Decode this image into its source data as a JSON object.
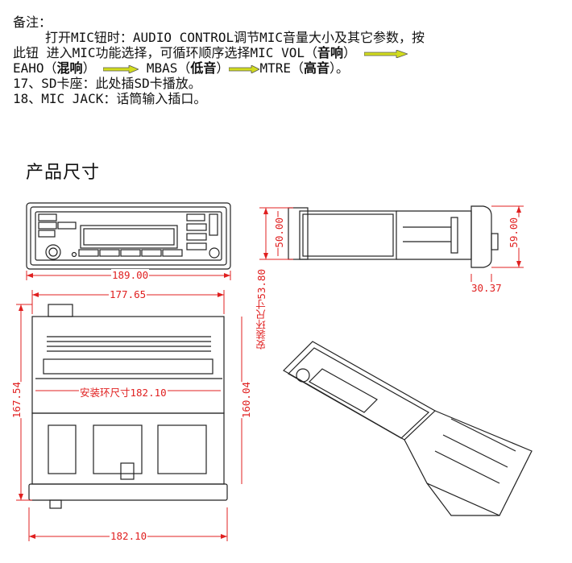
{
  "notes": {
    "heading": "备注：",
    "line1": "打开MIC钮时：AUDIO CONTROL调节MIC音量大小及其它参数，按",
    "line2a": "此钮  进入MIC功能选择，可循环顺序选择MIC VOL（",
    "line2b": "音响",
    "line2c": "）",
    "line3a": "EAHO（",
    "line3b": "混响",
    "line3c": "）",
    "line3d": " MBAS（",
    "line3e": "低音",
    "line3f": "）",
    "line3g": "MTRE（",
    "line3h": "高音",
    "line3i": "）。",
    "line4": "17、SD卡座：此处插SD卡播放。",
    "line5": "18、MIC JACK：话筒输入插口。"
  },
  "section_title": "产品尺寸",
  "dimensions": {
    "front_width": "189.00",
    "side_height_body": "50.00",
    "side_height_front": "59.00",
    "side_front_depth": "30.37",
    "top_width": "177.65",
    "top_depth": "167.54",
    "top_depth_inner": "160.04",
    "ring_width": "安装环尺寸182.10",
    "ring_height": "安装环尺寸53.80",
    "bottom_width": "182.10"
  },
  "colors": {
    "dimension": "#e02020",
    "line": "#222222",
    "arrow": "#c8d400"
  }
}
